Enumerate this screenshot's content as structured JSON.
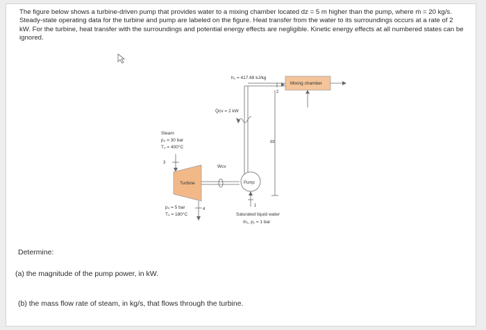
{
  "problem": {
    "text": "The figure below shows a turbine-driven pump that provides water to a mixing chamber located dz = 5 m higher than the pump, where ṁ = 20 kg/s. Steady-state operating data for the turbine and pump are labeled on the figure. Heat transfer from the water to its surroundings occurs at a rate of 2 kW. For the turbine, heat transfer with the surroundings and potential energy effects are negligible. Kinetic energy effects at all numbered states can be ignored."
  },
  "diagram": {
    "h2": "h₂ = 417.69 kJ/kg",
    "mixing_chamber": "Mixing chamber",
    "state2": "2",
    "qcv": "Q̇cv = 2 kW",
    "dz": "dz",
    "steam": "Steam",
    "p3": "p₃ = 30 bar",
    "t3": "T₃ = 400°C",
    "state3": "3",
    "wcv": "Ẇcv",
    "turbine": "Turbine",
    "pump": "Pump",
    "p4": "p₄ = 5 bar",
    "t4": "T₄ = 180°C",
    "state4": "4",
    "state1": "1",
    "sat_liquid": "Saturated liquid water",
    "m1p1": "ṁ₁, p₁ = 1 bar"
  },
  "determine": {
    "prompt": "Determine:",
    "a": "(a) the magnitude of the pump power, in kW.",
    "b": "(b) the mass flow rate of steam, in kg/s, that flows through the turbine."
  }
}
